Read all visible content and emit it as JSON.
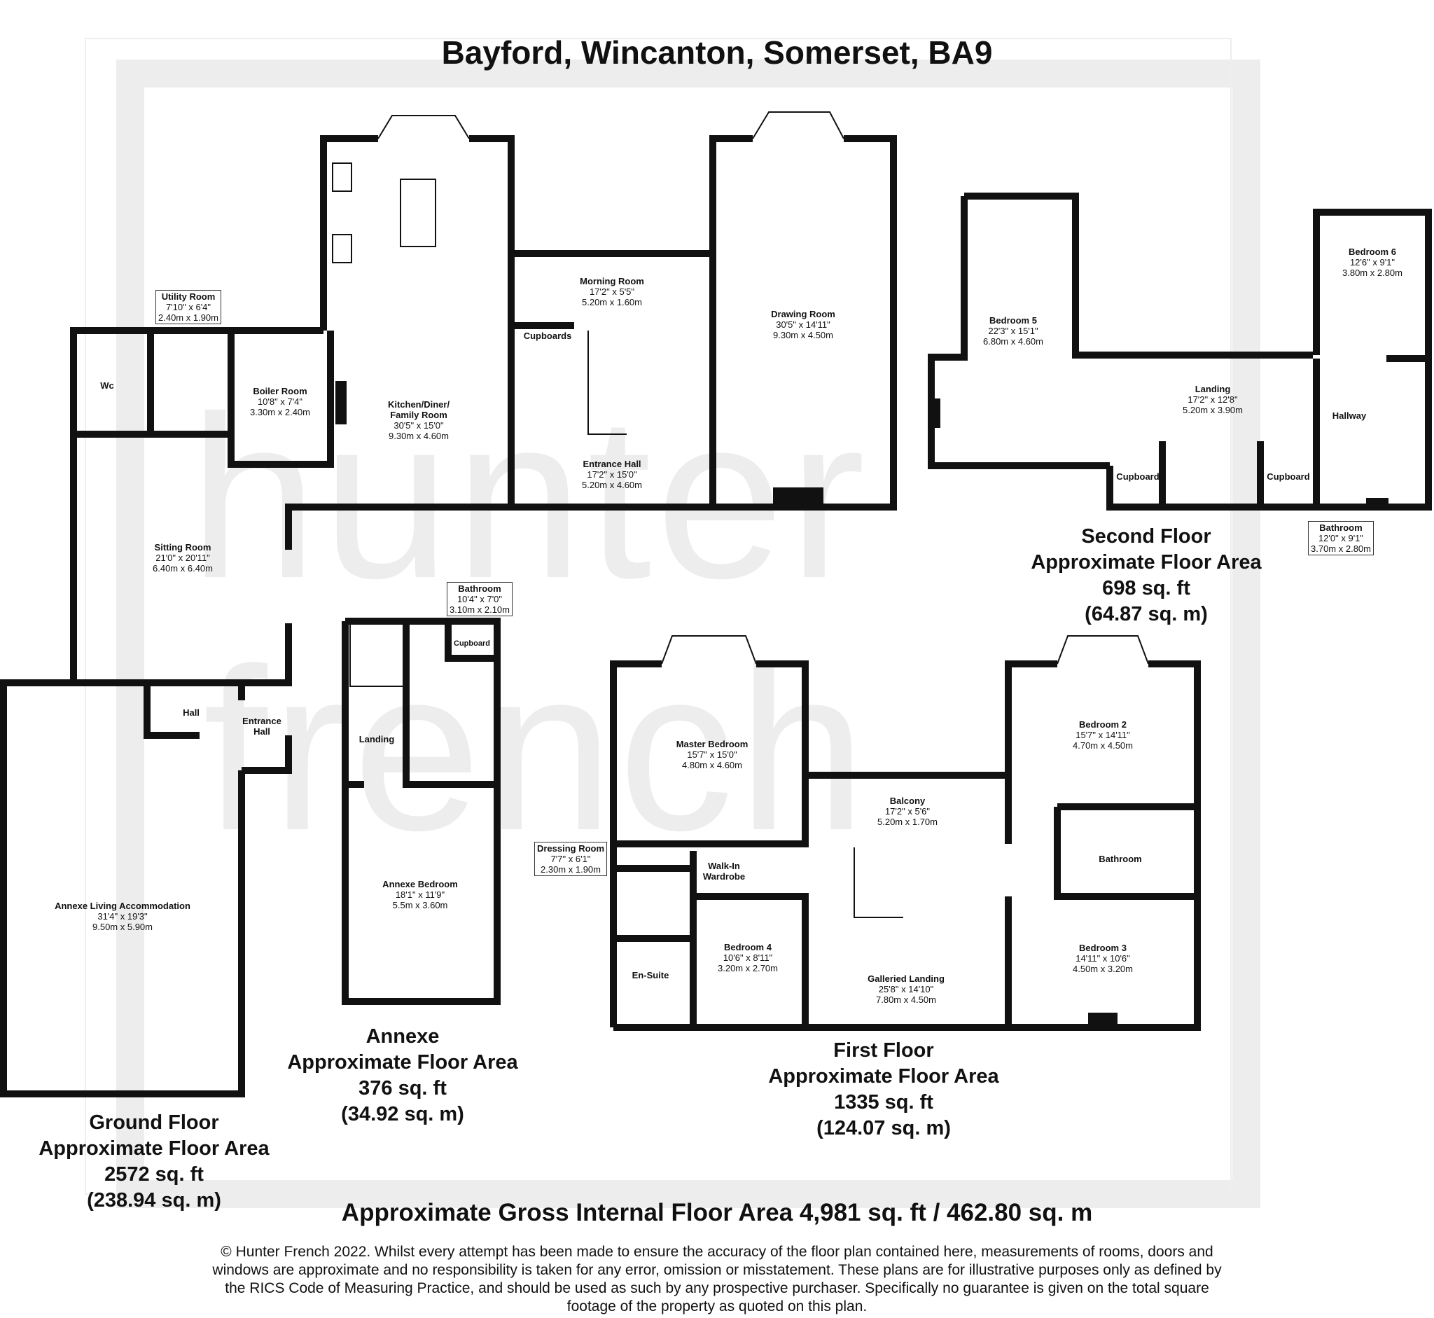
{
  "title": "Bayford, Wincanton, Somerset, BA9",
  "watermark": [
    "hunter",
    "french"
  ],
  "gross_area": "Approximate Gross Internal Floor Area 4,981 sq. ft / 462.80 sq. m",
  "disclaimer": "© Hunter French 2022. Whilst every attempt has been made to ensure the accuracy of the floor plan contained here, measurements of rooms, doors and windows are approximate and no responsibility is taken for any error, omission or misstatement. These plans are for illustrative purposes only as defined by the RICS Code of Measuring Practice, and should be used as such by any prospective purchaser. Specifically no guarantee is given on the total square footage of the property as quoted on this plan.",
  "floors": {
    "ground": {
      "name": "Ground Floor",
      "label": "Approximate Floor Area",
      "sqft": "2572 sq. ft",
      "sqm": "(238.94 sq. m)"
    },
    "annexe": {
      "name": "Annexe",
      "label": "Approximate Floor Area",
      "sqft": "376 sq. ft",
      "sqm": "(34.92 sq. m)"
    },
    "first": {
      "name": "First Floor",
      "label": "Approximate Floor Area",
      "sqft": "1335 sq. ft",
      "sqm": "(124.07 sq. m)"
    },
    "second": {
      "name": "Second Floor",
      "label": "Approximate Floor Area",
      "sqft": "698 sq. ft",
      "sqm": "(64.87 sq. m)"
    }
  },
  "rooms": {
    "utility": {
      "name": "Utility Room",
      "imp": "7'10\" x 6'4\"",
      "met": "2.40m x 1.90m"
    },
    "wc": {
      "name": "Wc"
    },
    "boiler": {
      "name": "Boiler Room",
      "imp": "10'8\" x 7'4\"",
      "met": "3.30m x 2.40m"
    },
    "kitchen": {
      "name": "Kitchen/Diner/",
      "name2": "Family Room",
      "imp": "30'5\" x 15'0\"",
      "met": "9.30m x 4.60m"
    },
    "morning": {
      "name": "Morning Room",
      "imp": "17'2\" x 5'5\"",
      "met": "5.20m x 1.60m"
    },
    "cupboards": {
      "name": "Cupboards"
    },
    "drawing": {
      "name": "Drawing Room",
      "imp": "30'5\" x 14'11\"",
      "met": "9.30m x 4.50m"
    },
    "entrance_hall": {
      "name": "Entrance Hall",
      "imp": "17'2\" x 15'0\"",
      "met": "5.20m x 4.60m"
    },
    "sitting": {
      "name": "Sitting Room",
      "imp": "21'0\" x 20'11\"",
      "met": "6.40m x 6.40m"
    },
    "hall": {
      "name": "Hall"
    },
    "entrance_hall_small": {
      "name": "Entrance",
      "name2": "Hall"
    },
    "annexe_living": {
      "name": "Annexe Living Accommodation",
      "imp": "31'4\" x 19'3\"",
      "met": "9.50m x 5.90m"
    },
    "annexe_bathroom": {
      "name": "Bathroom",
      "imp": "10'4\" x 7'0\"",
      "met": "3.10m x 2.10m"
    },
    "annexe_cupboard": {
      "name": "Cupboard"
    },
    "annexe_landing": {
      "name": "Landing"
    },
    "annexe_bedroom": {
      "name": "Annexe Bedroom",
      "imp": "18'1\" x 11'9\"",
      "met": "5.5m x 3.60m"
    },
    "master": {
      "name": "Master Bedroom",
      "imp": "15'7\" x 15'0\"",
      "met": "4.80m x 4.60m"
    },
    "balcony": {
      "name": "Balcony",
      "imp": "17'2\" x 5'6\"",
      "met": "5.20m x 1.70m"
    },
    "bedroom2": {
      "name": "Bedroom 2",
      "imp": "15'7\" x 14'11\"",
      "met": "4.70m x 4.50m"
    },
    "dressing": {
      "name": "Dressing Room",
      "imp": "7'7\" x 6'1\"",
      "met": "2.30m x 1.90m"
    },
    "walkin": {
      "name": "Walk-In",
      "name2": "Wardrobe"
    },
    "first_bathroom": {
      "name": "Bathroom"
    },
    "ensuite": {
      "name": "En-Suite"
    },
    "bedroom4": {
      "name": "Bedroom 4",
      "imp": "10'6\" x 8'11\"",
      "met": "3.20m x 2.70m"
    },
    "galleried": {
      "name": "Galleried Landing",
      "imp": "25'8\" x 14'10\"",
      "met": "7.80m x 4.50m"
    },
    "bedroom3": {
      "name": "Bedroom 3",
      "imp": "14'11\" x 10'6\"",
      "met": "4.50m x 3.20m"
    },
    "bedroom5": {
      "name": "Bedroom 5",
      "imp": "22'3\" x 15'1\"",
      "met": "6.80m x 4.60m"
    },
    "bedroom6": {
      "name": "Bedroom 6",
      "imp": "12'6\" x 9'1\"",
      "met": "3.80m x 2.80m"
    },
    "landing2": {
      "name": "Landing",
      "imp": "17'2\" x 12'8\"",
      "met": "5.20m x 3.90m"
    },
    "hallway": {
      "name": "Hallway"
    },
    "cupboard_a": {
      "name": "Cupboard"
    },
    "cupboard_b": {
      "name": "Cupboard"
    },
    "second_bathroom": {
      "name": "Bathroom",
      "imp": "12'0\" x 9'1\"",
      "met": "3.70m x 2.80m"
    }
  }
}
